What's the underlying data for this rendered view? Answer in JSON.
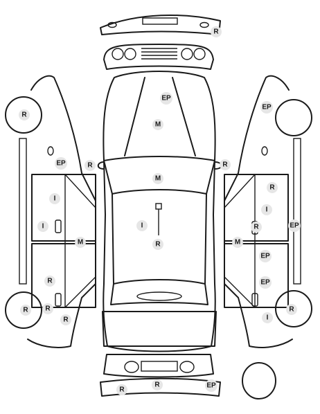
{
  "marks": [
    {
      "label": "R"
    },
    {
      "label": "EP"
    },
    {
      "label": "M"
    },
    {
      "label": "R"
    },
    {
      "label": "R"
    },
    {
      "label": "M"
    },
    {
      "label": "I"
    },
    {
      "label": "R"
    },
    {
      "label": "R"
    },
    {
      "label": "EP"
    },
    {
      "label": "I"
    },
    {
      "label": "I"
    },
    {
      "label": "M"
    },
    {
      "label": "R"
    },
    {
      "label": "R"
    },
    {
      "label": "R"
    },
    {
      "label": "R"
    },
    {
      "label": "EP"
    },
    {
      "label": "R"
    },
    {
      "label": "I"
    },
    {
      "label": "R"
    },
    {
      "label": "EP"
    },
    {
      "label": "M"
    },
    {
      "label": "EP"
    },
    {
      "label": "EP"
    },
    {
      "label": "R"
    },
    {
      "label": "I"
    },
    {
      "label": "R"
    },
    {
      "label": "R"
    },
    {
      "label": "EP"
    }
  ]
}
